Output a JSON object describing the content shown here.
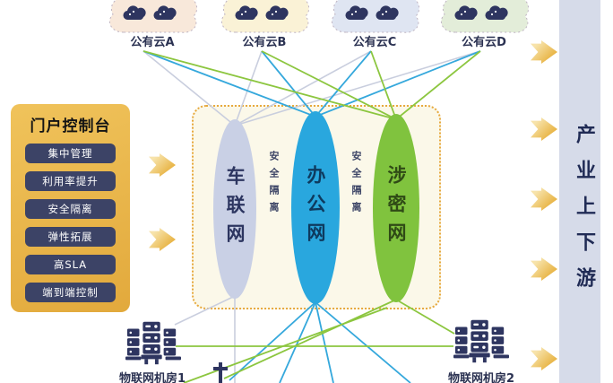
{
  "clouds": {
    "items": [
      {
        "label": "公有云A",
        "fill": "#f8e8da"
      },
      {
        "label": "公有云B",
        "fill": "#faf2d6"
      },
      {
        "label": "公有云C",
        "fill": "#dfe5f2"
      },
      {
        "label": "公有云D",
        "fill": "#e3edd9"
      }
    ]
  },
  "portal": {
    "title": "门户控制台",
    "items": [
      {
        "label": "集中管理"
      },
      {
        "label": "利用率提升"
      },
      {
        "label": "安全隔离"
      },
      {
        "label": "弹性拓展"
      },
      {
        "label": "高SLA"
      },
      {
        "label": "端到端控制"
      }
    ]
  },
  "core_zone": {
    "networks": [
      {
        "label": "车联网",
        "fill": "#c9d0e5"
      },
      {
        "label": "办公网",
        "fill": "#29a7de"
      },
      {
        "label": "涉密网",
        "fill": "#80c33e"
      }
    ],
    "isolation_labels": [
      {
        "label": "安全隔离"
      },
      {
        "label": "安全隔离"
      }
    ]
  },
  "industry_bar": {
    "label": "产业上下游"
  },
  "datacenters": [
    {
      "label": "物联网机房1"
    },
    {
      "label": "物联网机房2"
    }
  ],
  "colors": {
    "panel_gold": "#e9b54c",
    "button_navy": "#3c4366",
    "icon_navy": "#2e3560",
    "line_gray": "#c9cede",
    "line_blue": "#35a8dc",
    "line_green": "#8cc63f",
    "bar_bg": "#d6dbe9",
    "zone_bg": "#fbf8e9",
    "zone_border": "#e7a93e"
  }
}
